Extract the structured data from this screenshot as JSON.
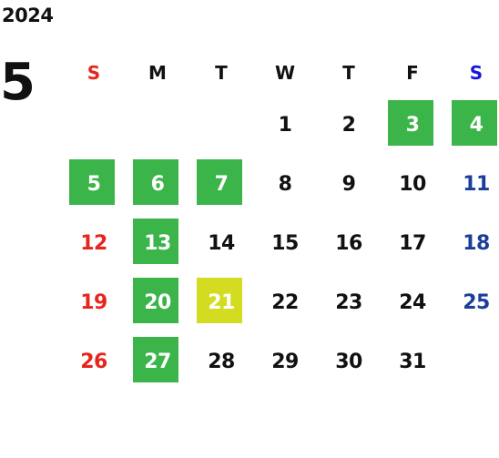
{
  "calendar": {
    "year": "2024",
    "month": "5",
    "weekdays": [
      {
        "label": "S",
        "color": "#e8251c"
      },
      {
        "label": "M",
        "color": "#111111"
      },
      {
        "label": "T",
        "color": "#111111"
      },
      {
        "label": "W",
        "color": "#111111"
      },
      {
        "label": "T",
        "color": "#111111"
      },
      {
        "label": "F",
        "color": "#111111"
      },
      {
        "label": "S",
        "color": "#1818dd"
      }
    ],
    "colors": {
      "sunday": "#e8251c",
      "saturday": "#1a3e99",
      "weekday": "#111111",
      "closed_highlight": "#3bb44a",
      "today_highlight": "#d4dc22"
    },
    "weeks": [
      [
        {
          "day": "",
          "highlight": null
        },
        {
          "day": "",
          "highlight": null
        },
        {
          "day": "",
          "highlight": null
        },
        {
          "day": "1",
          "highlight": null
        },
        {
          "day": "2",
          "highlight": null
        },
        {
          "day": "3",
          "highlight": "green"
        },
        {
          "day": "4",
          "highlight": "green"
        }
      ],
      [
        {
          "day": "5",
          "highlight": "green"
        },
        {
          "day": "6",
          "highlight": "green"
        },
        {
          "day": "7",
          "highlight": "green"
        },
        {
          "day": "8",
          "highlight": null
        },
        {
          "day": "9",
          "highlight": null
        },
        {
          "day": "10",
          "highlight": null
        },
        {
          "day": "11",
          "highlight": null
        }
      ],
      [
        {
          "day": "12",
          "highlight": null
        },
        {
          "day": "13",
          "highlight": "green"
        },
        {
          "day": "14",
          "highlight": null
        },
        {
          "day": "15",
          "highlight": null
        },
        {
          "day": "16",
          "highlight": null
        },
        {
          "day": "17",
          "highlight": null
        },
        {
          "day": "18",
          "highlight": null
        }
      ],
      [
        {
          "day": "19",
          "highlight": null
        },
        {
          "day": "20",
          "highlight": "green"
        },
        {
          "day": "21",
          "highlight": "yellow"
        },
        {
          "day": "22",
          "highlight": null
        },
        {
          "day": "23",
          "highlight": null
        },
        {
          "day": "24",
          "highlight": null
        },
        {
          "day": "25",
          "highlight": null
        }
      ],
      [
        {
          "day": "26",
          "highlight": null
        },
        {
          "day": "27",
          "highlight": "green"
        },
        {
          "day": "28",
          "highlight": null
        },
        {
          "day": "29",
          "highlight": null
        },
        {
          "day": "30",
          "highlight": null
        },
        {
          "day": "31",
          "highlight": null
        },
        {
          "day": "",
          "highlight": null
        }
      ]
    ]
  }
}
